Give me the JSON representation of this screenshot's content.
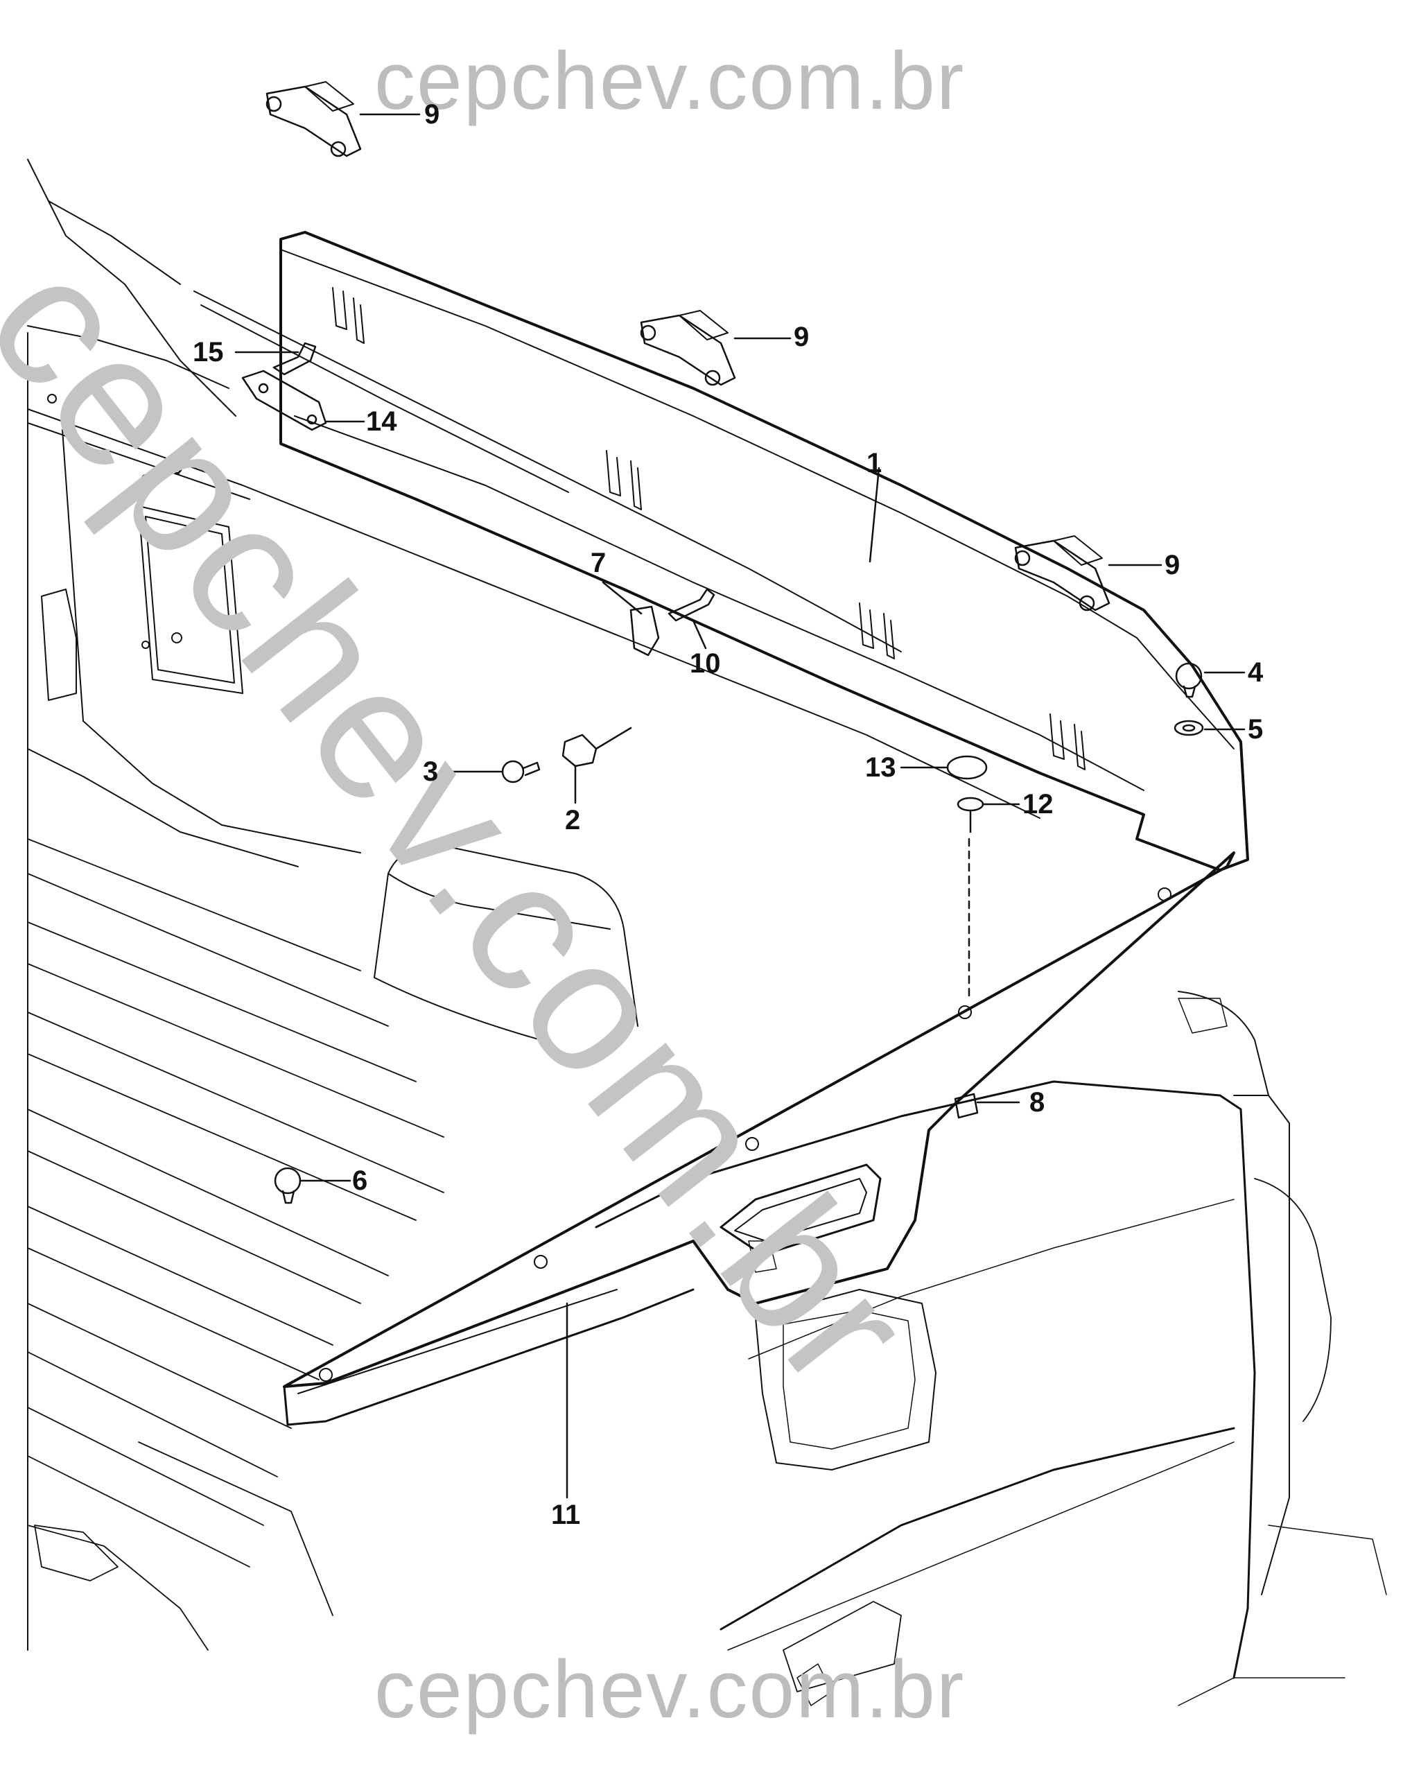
{
  "watermarks": {
    "top": "cepchev.com.br",
    "diagonal": "cepchev.com.br",
    "bottom": "cepchev.com.br"
  },
  "callouts": [
    "9",
    "9",
    "9",
    "15",
    "14",
    "1",
    "7",
    "10",
    "4",
    "5",
    "3",
    "2",
    "13",
    "12",
    "8",
    "6",
    "11"
  ],
  "colors": {
    "line": "#111111",
    "watermark": "#bdbdbd"
  }
}
